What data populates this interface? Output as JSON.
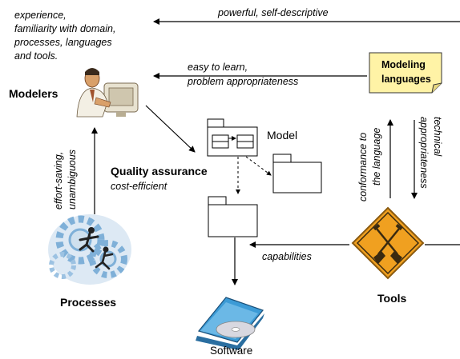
{
  "labels": {
    "experience": [
      "experience,",
      "familiarity with domain,",
      "processes, languages",
      "and tools."
    ],
    "powerful": "powerful, self-descriptive",
    "easy": [
      "easy to learn,",
      "problem appropriateness"
    ],
    "modeling_languages": [
      "Modeling",
      "languages"
    ],
    "modelers": "Modelers",
    "model": "Model",
    "quality_assurance": "Quality assurance",
    "cost_efficient": "cost-efficient",
    "effort_saving": [
      "effort-saving,",
      "unambiguous"
    ],
    "conformance": [
      "conformance to",
      "the language"
    ],
    "technical": [
      "technical",
      "appropriateness"
    ],
    "capabilities": "capabilities",
    "processes": "Processes",
    "tools": "Tools",
    "software": "Software"
  },
  "icons": {
    "modeler": "person-at-computer-icon",
    "processes": "gears-and-people-icon",
    "tools": "warning-sign-with-shovels-icon",
    "software": "cd-case-icon"
  },
  "colors": {
    "note_fill": "#fff3a6",
    "note_border": "#333333",
    "sign_orange": "#f0a020",
    "gear_blue": "#7fb0d8"
  }
}
